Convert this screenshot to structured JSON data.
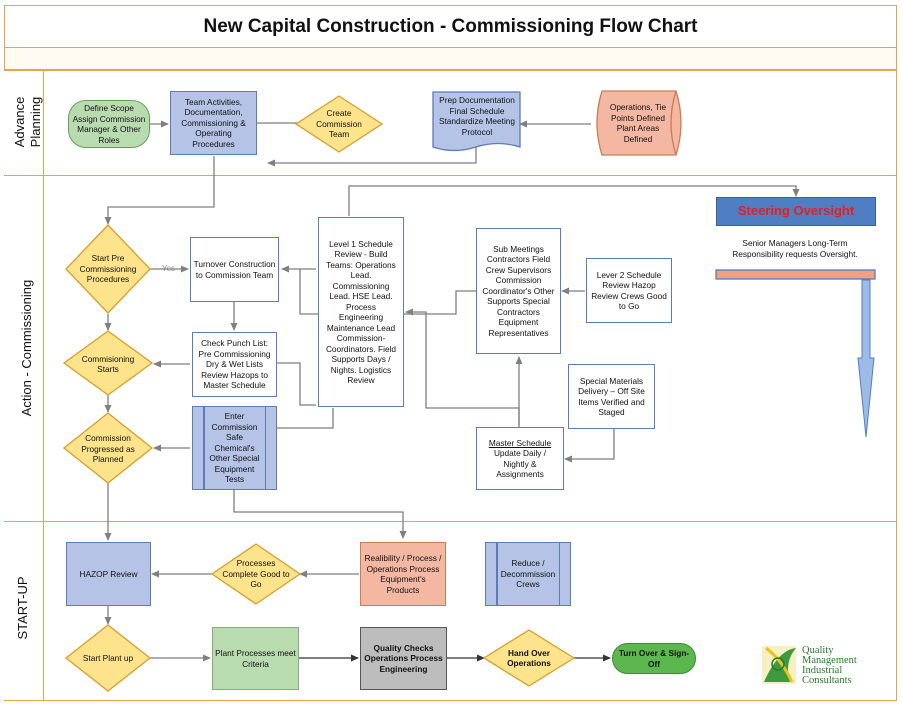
{
  "title": "New Capital Construction - Commissioning Flow Chart",
  "lanes": {
    "advance": "Advance Planning",
    "action": "Action - Commissioning",
    "startup": "START-UP"
  },
  "nodes": {
    "define_scope": "Define Scope Assign Commission Manager & Other Roles",
    "team_activities": "Team Activities, Documentation, Commissioning & Operating Procedures",
    "create_team": "Create Commission Team",
    "prep_doc": "Prep Documentation Final Schedule Standardize Meeting Protocol",
    "operations_tie": "Operations, Tie Points Defined Plant Areas Defined",
    "start_pre": "Start Pre Commissioning Procedures",
    "yes": "Yes",
    "turnover": "Turnover Construction to Commission Team",
    "level1": "Level 1 Schedule Review - Build Teams: Operations Lead. Commissioning Lead. HSE Lead. Process Engineering Maintenance Lead Commission- Coordinators. Field Supports Days / Nights. Logistics Review",
    "sub_meetings": "Sub Meetings Contractors Field Crew Supervisors Commission Coordinator's Other Supports Special Contractors Equipment Representatives",
    "lever2": "Lever 2 Schedule Review Hazop Review Crews Good to Go",
    "steering": "Steering Oversight",
    "senior": "Senior Managers Long-Term Responsibility requests Oversight.",
    "commissioning_starts": "Commisioning Starts",
    "check_punch": "Check Punch List: Pre Commissioning Dry & Wet Lists Review Hazops to Master Schedule",
    "special_materials": "Special Materials Delivery – Off Site Items Verified and Staged",
    "commission_progressed": "Commission Progressed as Planned",
    "enter_commission": "Enter Commission Safe Chemical's Other Special Equipment Tests",
    "master_schedule_u": "Master Schedule",
    "master_schedule_rest": "Update Daily / Nightly & Assignments",
    "hazop_review": "HAZOP Review",
    "processes_complete": "Processes Complete Good to Go",
    "reliability": "Realibility / Process / Operations Process Equipment's Products",
    "reduce": "Reduce / Decommission Crews",
    "start_plant": "Start Plant up",
    "plant_processes": "Plant Processes meet Criteria",
    "quality_checks": "Quality Checks Operations Process Engineering",
    "hand_over": "Hand Over Operations",
    "turn_over": "Turn Over & Sign-Off"
  },
  "logo": {
    "line1": "Quality",
    "line2": "Management",
    "line3": "Industrial",
    "line4": "Consultants"
  },
  "colors": {
    "lane_border": "#e3a64b",
    "blue_fill": "#b4c3e6",
    "diamond_fill": "#fde38c",
    "salmon_fill": "#f4b7a2",
    "green_fill": "#b9dbb0",
    "steering_fill": "#4f7fc2",
    "steering_text": "#e32020"
  }
}
